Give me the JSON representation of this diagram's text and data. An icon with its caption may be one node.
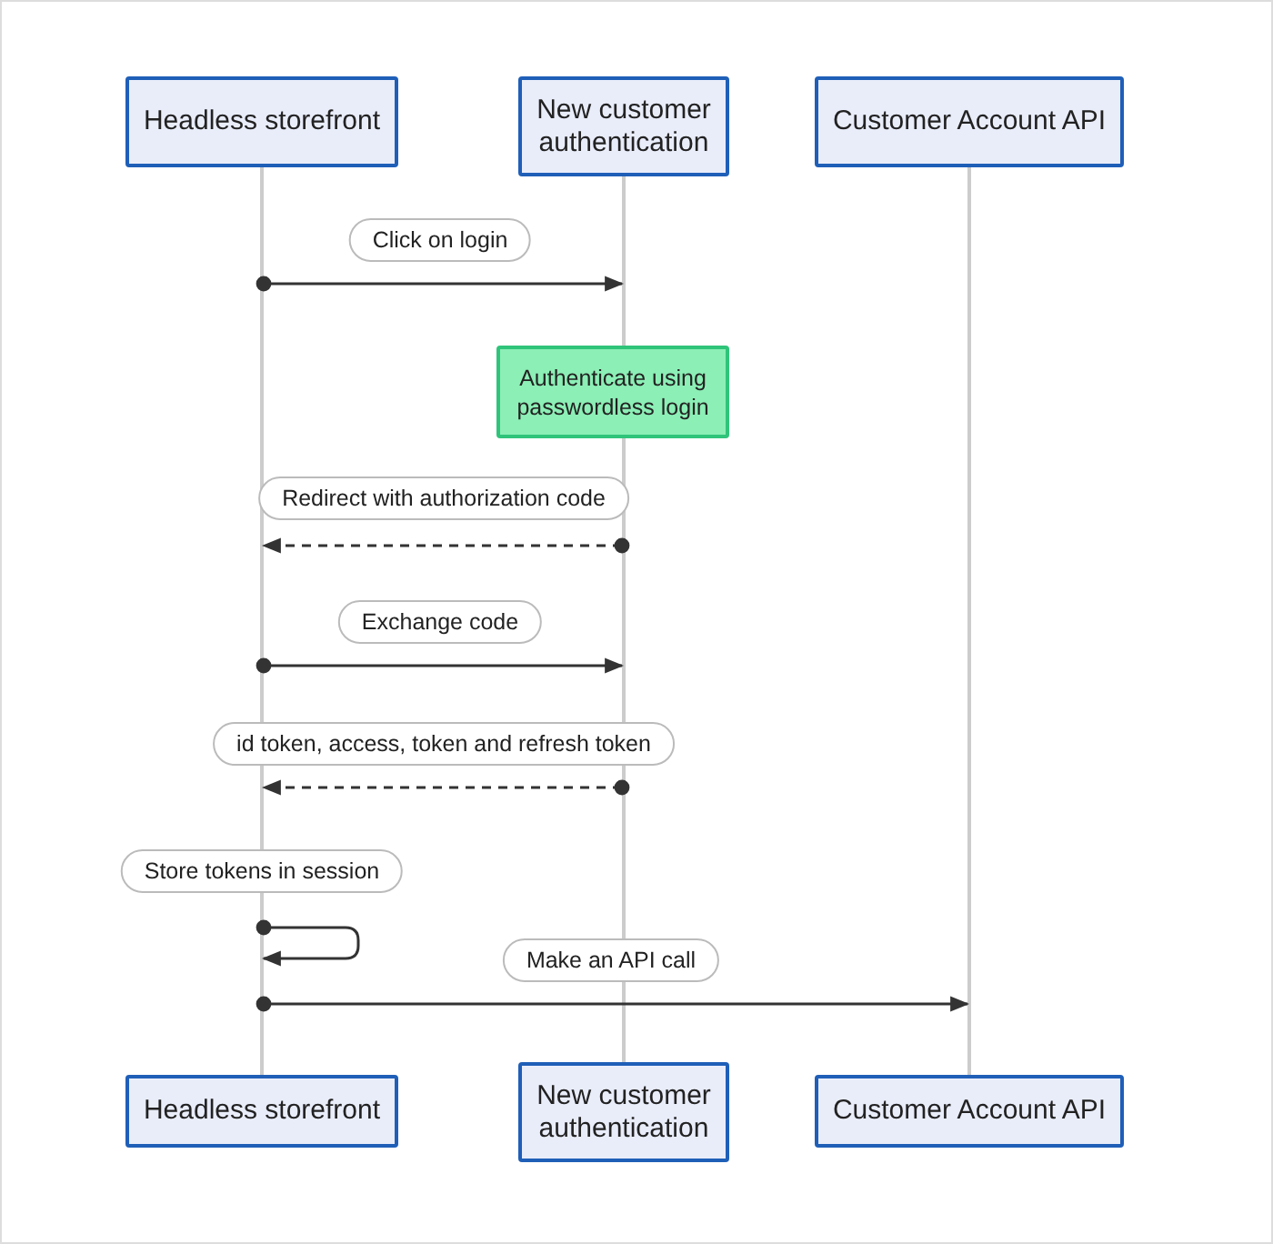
{
  "diagram": {
    "nodes": [
      {
        "text": [
          "Headless storefront"
        ]
      },
      {
        "text": [
          "New customer authentication"
        ]
      },
      {
        "text": [
          "Customer Account API"
        ]
      },
      {
        "text": [],
        "shape": "bar"
      },
      {
        "text": [],
        "shape": "bar"
      },
      {
        "text": [],
        "shape": "bar"
      },
      {
        "text": [
          "Authenticate using passwordless login"
        ]
      },
      {
        "text": [
          "Headless storefront"
        ]
      },
      {
        "text": [
          "New customer authentication"
        ]
      },
      {
        "text": [
          "Customer Account API"
        ]
      }
    ],
    "edges": [
      {
        "from": 3,
        "to": 4,
        "arrow": "to",
        "label": "Click on login"
      },
      {
        "from": 4,
        "to": 3,
        "arrow": "to",
        "label": "Redirect with authorization code",
        "style": "dashed"
      },
      {
        "from": 3,
        "to": 4,
        "arrow": "to",
        "label": "Exchange code"
      },
      {
        "from": 4,
        "to": 3,
        "arrow": "to",
        "label": "id token, access, token and refresh token",
        "style": "dashed"
      },
      {
        "from": 3,
        "to": 3,
        "arrow": "to",
        "label": "Store tokens in session"
      },
      {
        "from": 3,
        "to": 5,
        "arrow": "to",
        "label": "Make an API call"
      }
    ]
  }
}
